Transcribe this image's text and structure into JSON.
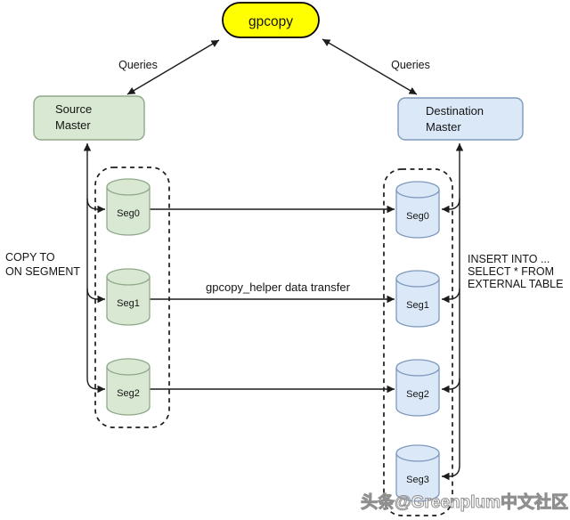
{
  "diagram": {
    "title": "gpcopy",
    "queries_left": "Queries",
    "queries_right": "Queries",
    "source_master": {
      "line1": "Source",
      "line2": "Master"
    },
    "destination_master": {
      "line1": "Destination",
      "line2": "Master"
    },
    "source_segments": [
      "Seg0",
      "Seg1",
      "Seg2"
    ],
    "destination_segments": [
      "Seg0",
      "Seg1",
      "Seg2",
      "Seg3"
    ],
    "left_note": {
      "line1": "COPY TO",
      "line2": "ON SEGMENT"
    },
    "right_note": {
      "line1": "INSERT INTO ...",
      "line2": "SELECT * FROM",
      "line3": "EXTERNAL TABLE"
    },
    "transfer_label": "gpcopy_helper data transfer",
    "watermark": "头条@Greenplum中文社区"
  },
  "colors": {
    "gpcopy_fill": "#ffff00",
    "gpcopy_stroke": "#000000",
    "green_fill": "#d9e8d3",
    "green_stroke": "#90a98a",
    "blue_fill": "#dbe8f8",
    "blue_stroke": "#7f9abc",
    "line": "#1c1c1c",
    "watermark": "#8f8f8f"
  }
}
